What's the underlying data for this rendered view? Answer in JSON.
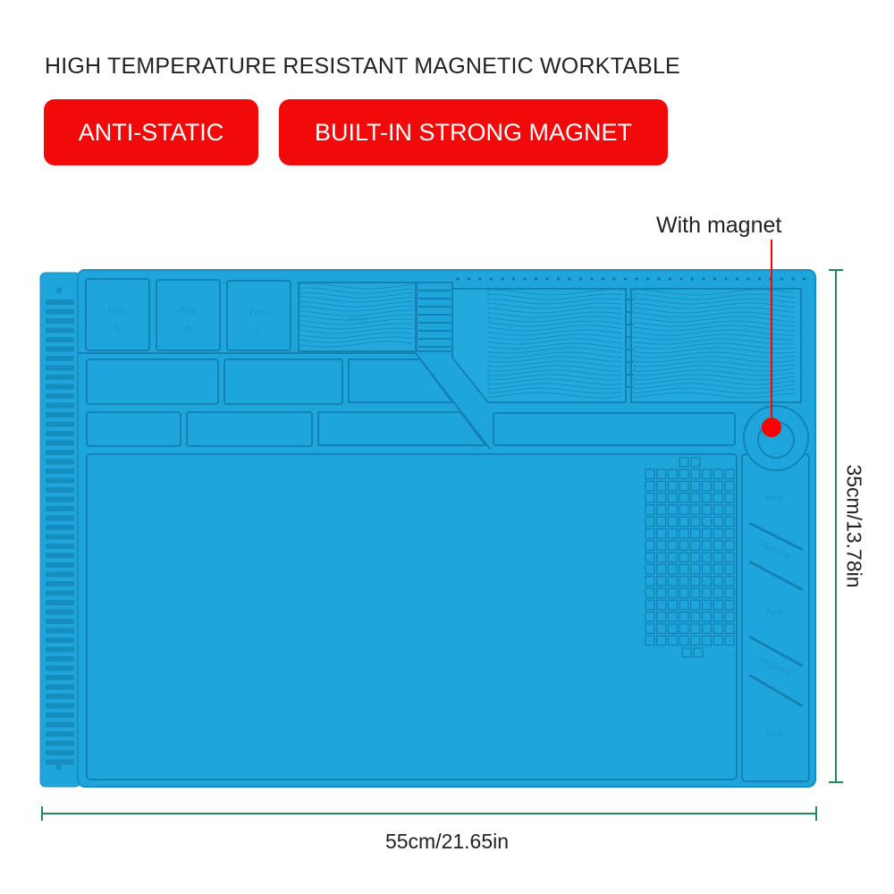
{
  "headline": "HIGH TEMPERATURE RESISTANT MAGNETIC WORKTABLE",
  "badges": [
    "ANTI-STATIC",
    "BUILT-IN STRONG MAGNET"
  ],
  "callout": {
    "label": "With magnet"
  },
  "dimensions": {
    "width": "55cm/21.65in",
    "height": "35cm/13.78in"
  },
  "embossed": {
    "parts_a": "Parts",
    "a": "A",
    "parts_b": "Parts",
    "b": "B",
    "parts_c": "Parts",
    "c": "C",
    "parts_wave": "Parts",
    "parts_right_1": "Parts",
    "magnetic_1": "Magnetic",
    "parts_right_2": "Parts",
    "magnetic_2": "Magnetic",
    "parts_right_3": "Parts"
  },
  "colors": {
    "mat": "#1ea6dc",
    "mat_groove": "#178fc2",
    "badge": "#f20a0a",
    "dimension_line": "#1f8a5a",
    "magnet_marker": "#ff0000"
  }
}
